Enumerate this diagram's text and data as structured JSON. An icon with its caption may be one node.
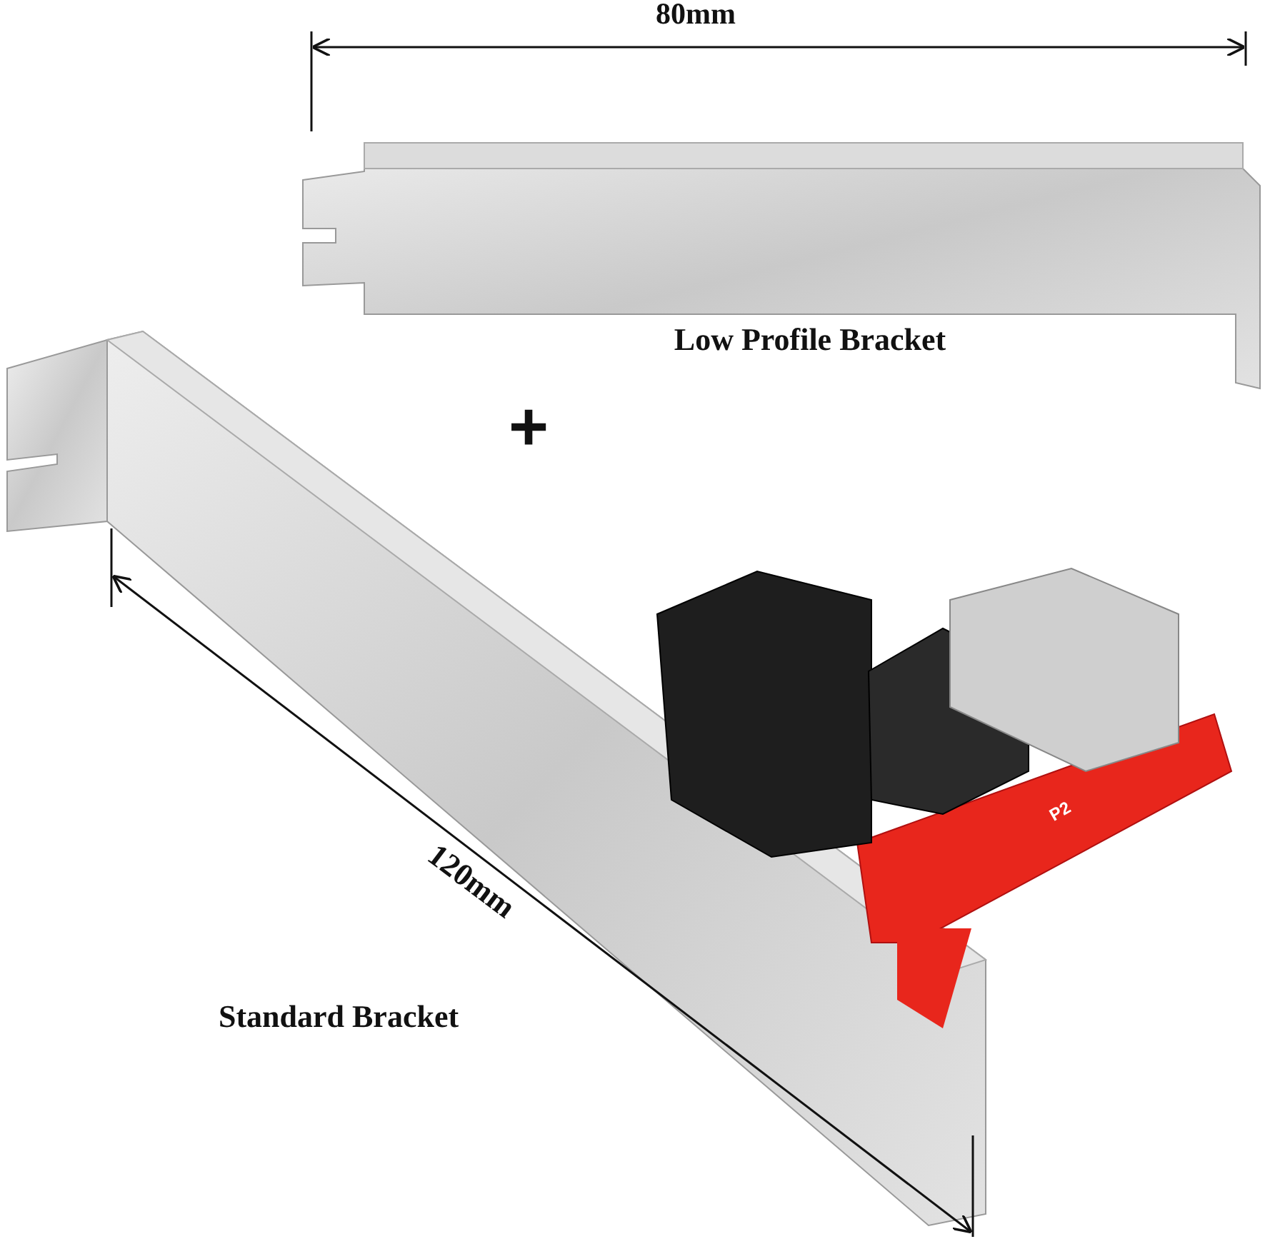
{
  "diagram": {
    "labels": [
      "80mm",
      "Low Profile Bracket",
      "+",
      "120mm",
      "Standard Bracket",
      "P2"
    ]
  }
}
